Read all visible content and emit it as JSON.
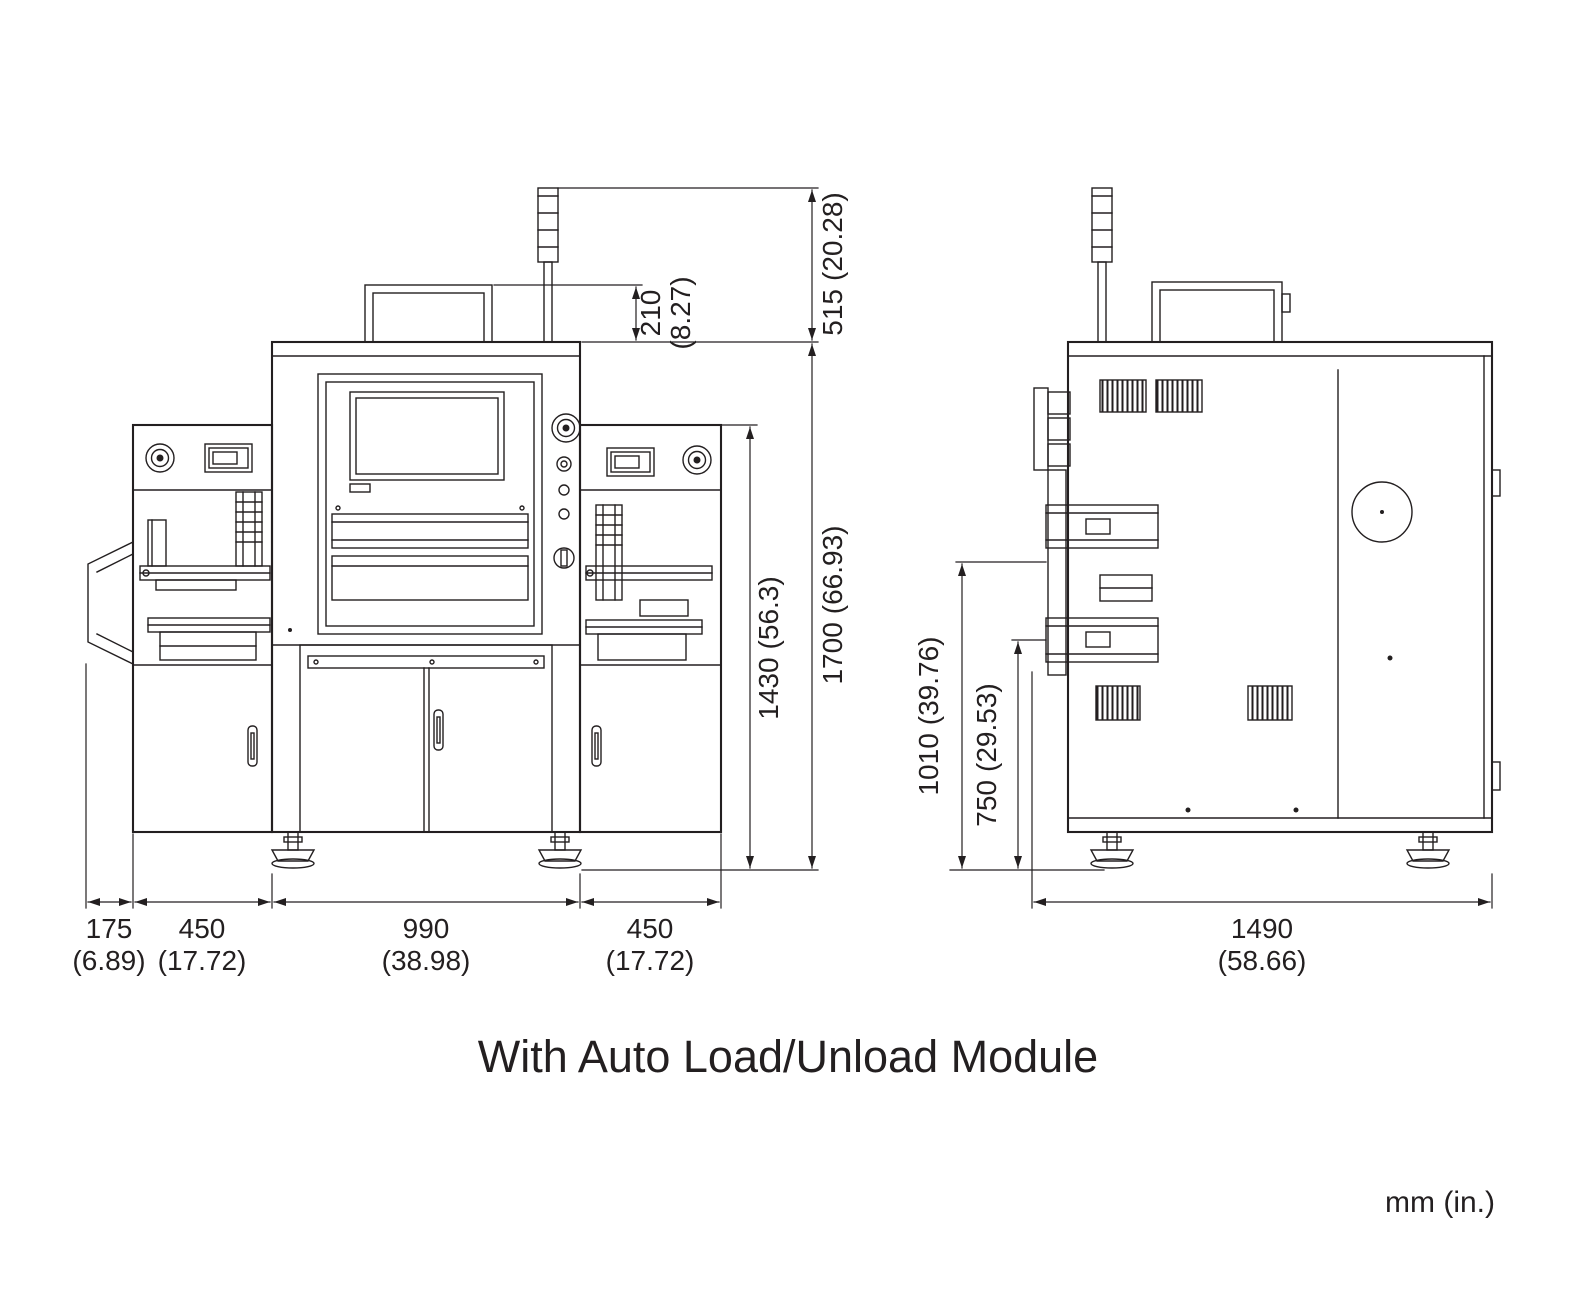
{
  "title": "With Auto Load/Unload Module",
  "units_note": "mm (in.)",
  "colors": {
    "ink": "#231f20",
    "background": "#ffffff"
  },
  "dimensions": {
    "front": {
      "top_box_height": {
        "mm": "210",
        "in": "(8.27)"
      },
      "tower_height": {
        "mm": "515",
        "in": "(20.28)"
      },
      "frame_height": {
        "mm": "1430",
        "in": "(56.3)"
      },
      "overall_height": {
        "mm": "1700",
        "in": "(66.93)"
      },
      "chute_depth": {
        "mm": "175",
        "in": "(6.89)"
      },
      "left_module_width": {
        "mm": "450",
        "in": "(17.72)"
      },
      "center_body_width": {
        "mm": "990",
        "in": "(38.98)"
      },
      "right_module_width": {
        "mm": "450",
        "in": "(17.72)"
      }
    },
    "side": {
      "upper_rail_height": {
        "mm": "1010",
        "in": "(39.76)"
      },
      "lower_rail_height": {
        "mm": "750",
        "in": "(29.53)"
      },
      "overall_depth": {
        "mm": "1490",
        "in": "(58.66)"
      }
    }
  }
}
